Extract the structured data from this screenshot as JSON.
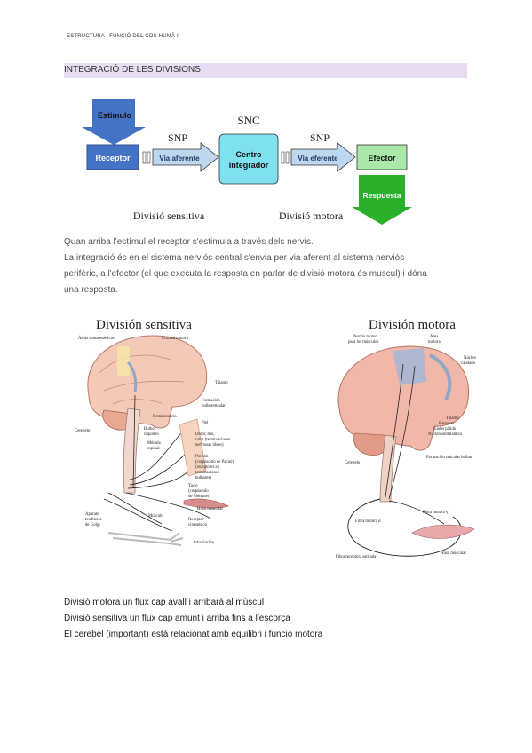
{
  "header": {
    "running_title": "ESTRUCTURA I FUNCIÓ DEL COS HUMÀ II"
  },
  "section": {
    "title": "INTEGRACIÓ DE LES DIVISIONS"
  },
  "flow_diagram": {
    "snc_label": "SNC",
    "snp_left": "SNP",
    "snp_right": "SNP",
    "estimulo": "Estimulo",
    "receptor": "Receptor",
    "via_aferente_1": "Via aferente",
    "centro_line1": "Centro",
    "centro_line2": "integrador",
    "via_aferente_2": "Via eferente",
    "efector": "Efector",
    "respuesta": "Respuesta",
    "div_sensitiva": "Divisió sensitiva",
    "div_motora": "Divisió motora",
    "colors": {
      "blue": "#4472c4",
      "cyan": "#7fe0f0",
      "green": "#8fe08f",
      "arrow": "#bdd7ee"
    }
  },
  "intro": {
    "line1": "Quan arriba l'estímul el receptor s'estimula a través dels nervis.",
    "line2": "La integració és en el sistema nerviós central s'envia per via aferent al sistema nerviós",
    "line3": "perifèric, a l'efector (el que executa la resposta en parlar de divisió motora és muscul) i dóna",
    "line4": "una resposta."
  },
  "fig_sensitiva": {
    "title": "División sensitiva",
    "labels": {
      "somato": "Áreas somatestésicas",
      "corteza": "Corteza motora",
      "talamo": "Tálamo",
      "protuberancia": "Protuberancia",
      "formacion1": "Formación",
      "formacion2": "bulboreticular",
      "cerebelo": "Cerebelo",
      "bulbo1": "Bulbo",
      "bulbo2": "raquídeo",
      "piel": "Piel",
      "dolor1": "Dolor, frío,",
      "dolor2": "calor (terminaciones",
      "dolor3": "nerviosas libres)",
      "medula1": "Médula",
      "medula2": "espinal",
      "presion1": "Presión",
      "presion2": "(corpúsculo de Pacini)",
      "presion3": "(receptores en",
      "presion4": "terminaciones",
      "presion5": "bulbares)",
      "tacto1": "Tacto",
      "tacto2": "(corpúsculo",
      "tacto3": "de Meissner)",
      "huso": "Huso muscular",
      "aparato1": "Aparato",
      "aparato2": "tendinoso",
      "aparato3": "de Golgi",
      "musculo": "Músculo",
      "receptor1": "Receptor",
      "receptor2": "cinestésico",
      "articulacion": "Articulación"
    }
  },
  "fig_motora": {
    "title": "División motora",
    "labels": {
      "nervio1": "Nervio motor",
      "nervio2": "para los músculos",
      "area1": "Área",
      "area2": "motora",
      "nucleo1": "Núcleo",
      "nucleo2": "caudado",
      "talamo": "Tálamo",
      "putamen": "Putamen",
      "globo": "Globo pálido",
      "subtalamico": "Núcleo subtalámico",
      "cerebelo": "Cerebelo",
      "formacion": "Formación reticular bulbar",
      "fibra_a": "Fibra motora α",
      "fibra_g": "Fibra motora γ",
      "fibra_r": "Fibra receptora estirada",
      "huso": "Huso muscular"
    }
  },
  "notes": {
    "line1": "Divisió motora un flux cap avall i arribarà al múscul",
    "line2": "Divisió sensitiva un flux cap amunt i arriba fins a l'escorça",
    "line3": "El cerebel (important) està relacionat amb equilibri i funció motora"
  }
}
